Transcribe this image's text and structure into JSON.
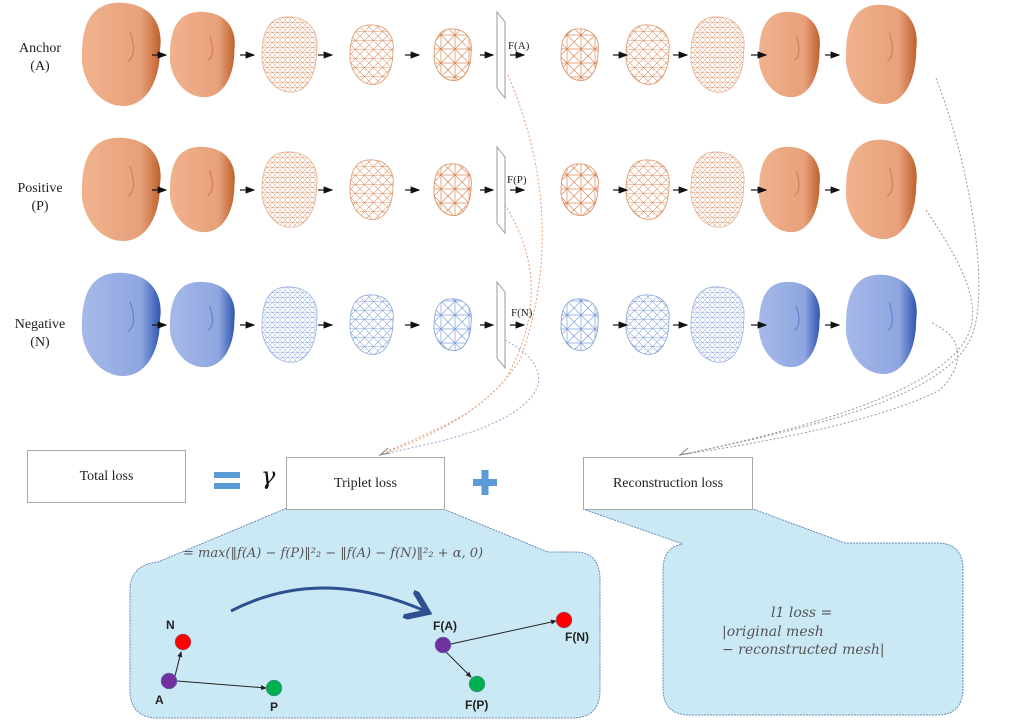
{
  "rows": [
    {
      "label_line1": "Anchor",
      "label_line2": "(A)",
      "feature_label": "F(A)",
      "color": "orange"
    },
    {
      "label_line1": "Positive",
      "label_line2": "(P)",
      "feature_label": "F(P)",
      "color": "orange"
    },
    {
      "label_line1": "Negative",
      "label_line2": "(N)",
      "feature_label": "F(N)",
      "color": "blue"
    }
  ],
  "colors": {
    "orange_mesh": "#d98a58",
    "orange_face_light": "#f2b895",
    "orange_face_dark": "#c8692e",
    "blue_mesh": "#7f9fd8",
    "blue_face_light": "#9fb4e6",
    "blue_face_dark": "#3b5fb4",
    "bubble_fill": "#cbe9f5",
    "bubble_stroke": "#6a8ab8",
    "operator_blue": "#5b9bd5",
    "arc_blue": "#2f4f8f",
    "point_purple": "#7030a0",
    "point_red": "#ff0000",
    "point_green": "#00b050"
  },
  "loss": {
    "total_label": "Total loss",
    "equals_symbol": "=",
    "gamma_symbol": "γ",
    "triplet_label": "Triplet loss",
    "plus_symbol": "+",
    "reconstruction_label": "Reconstruction loss"
  },
  "triplet_bubble": {
    "formula": "= max(‖f(A) − f(P)‖²₂ − ‖f(A) − f(N)‖²₂ + α, 0)",
    "input_points": {
      "anchor": "A",
      "negative": "N",
      "positive": "P"
    },
    "embedded_points": {
      "anchor": "F(A)",
      "negative": "F(N)",
      "positive": "F(P)"
    }
  },
  "reconstruction_bubble": {
    "line1": "l1 loss =",
    "line2": "|original mesh",
    "line3": "− reconstructed mesh|"
  }
}
